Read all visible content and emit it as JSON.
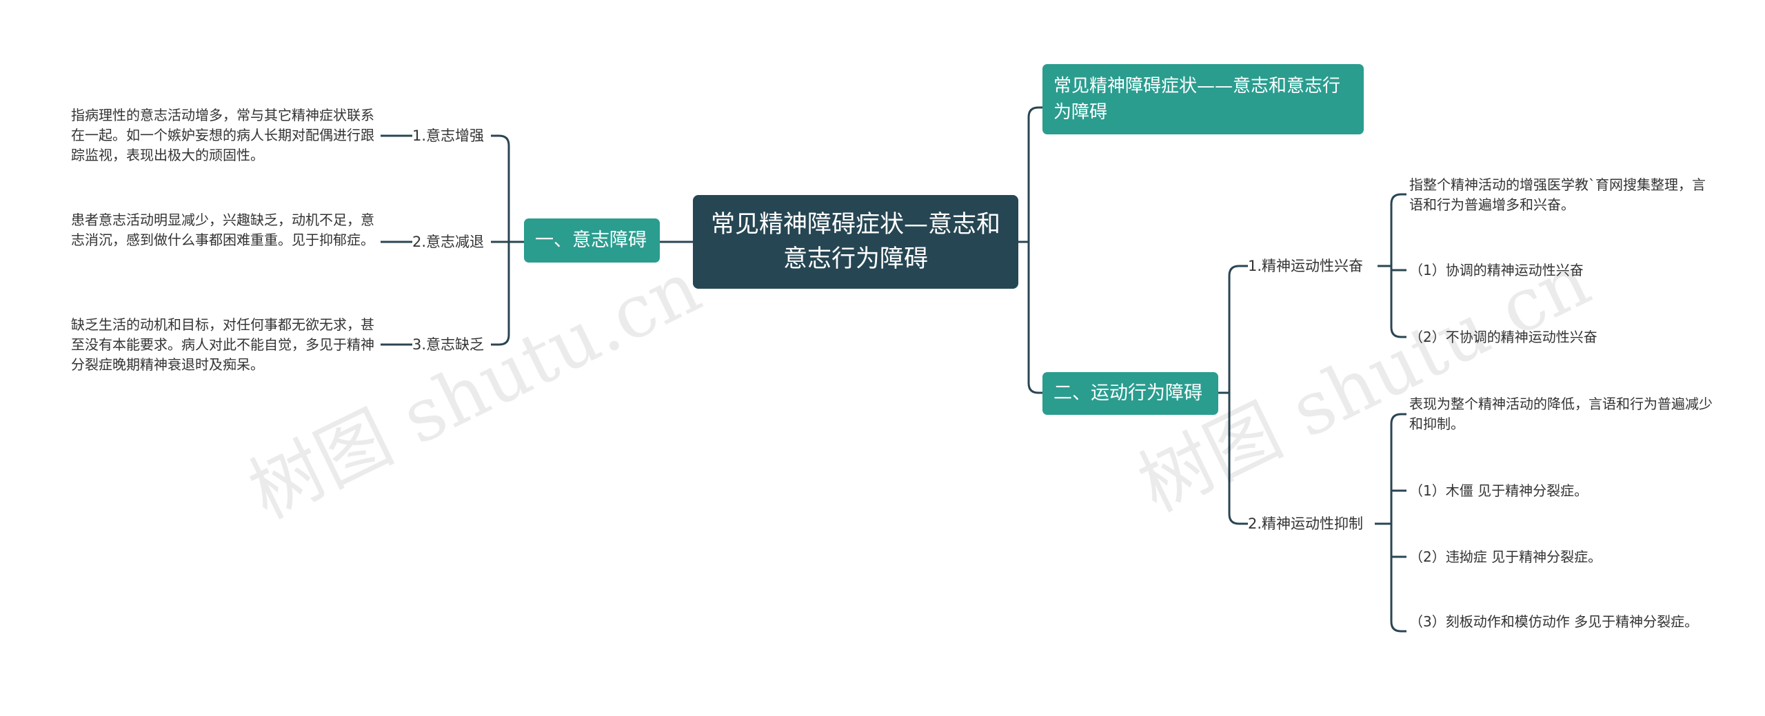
{
  "root": {
    "label": "常见精神障碍症状—意志和意志行为障碍"
  },
  "left": {
    "branch": {
      "label": "一、意志障碍"
    },
    "children": [
      {
        "label": "1.意志增强",
        "detail": "指病理性的意志活动增多，常与其它精神症状联系在一起。如一个嫉妒妄想的病人长期对配偶进行跟踪监视，表现出极大的顽固性。"
      },
      {
        "label": "2.意志减退",
        "detail": "患者意志活动明显减少，兴趣缺乏，动机不足，意志消沉，感到做什么事都困难重重。见于抑郁症。"
      },
      {
        "label": "3.意志缺乏",
        "detail": "缺乏生活的动机和目标，对任何事都无欲无求，甚至没有本能要求。病人对此不能自觉，多见于精神分裂症晚期精神衰退时及痴呆。"
      }
    ]
  },
  "right": {
    "title_branch": {
      "label": "常见精神障碍症状——意志和意志行为障碍"
    },
    "branch": {
      "label": "二、运动行为障碍"
    },
    "children": [
      {
        "label": "1.精神运动性兴奋",
        "items": [
          "指整个精神活动的增强医学教`育网搜集整理，言语和行为普遍增多和兴奋。",
          "（1）协调的精神运动性兴奋",
          "（2）不协调的精神运动性兴奋"
        ]
      },
      {
        "label": "2.精神运动性抑制",
        "items": [
          "表现为整个精神活动的降低，言语和行为普遍减少和抑制。",
          "（1）木僵 见于精神分裂症。",
          "（2）违拗症 见于精神分裂症。",
          "（3）刻板动作和模仿动作 多见于精神分裂症。"
        ]
      }
    ]
  },
  "watermark": "树图 shutu.cn",
  "colors": {
    "root_bg": "#264653",
    "branch_bg": "#2a9d8f",
    "line": "#2a4552"
  }
}
